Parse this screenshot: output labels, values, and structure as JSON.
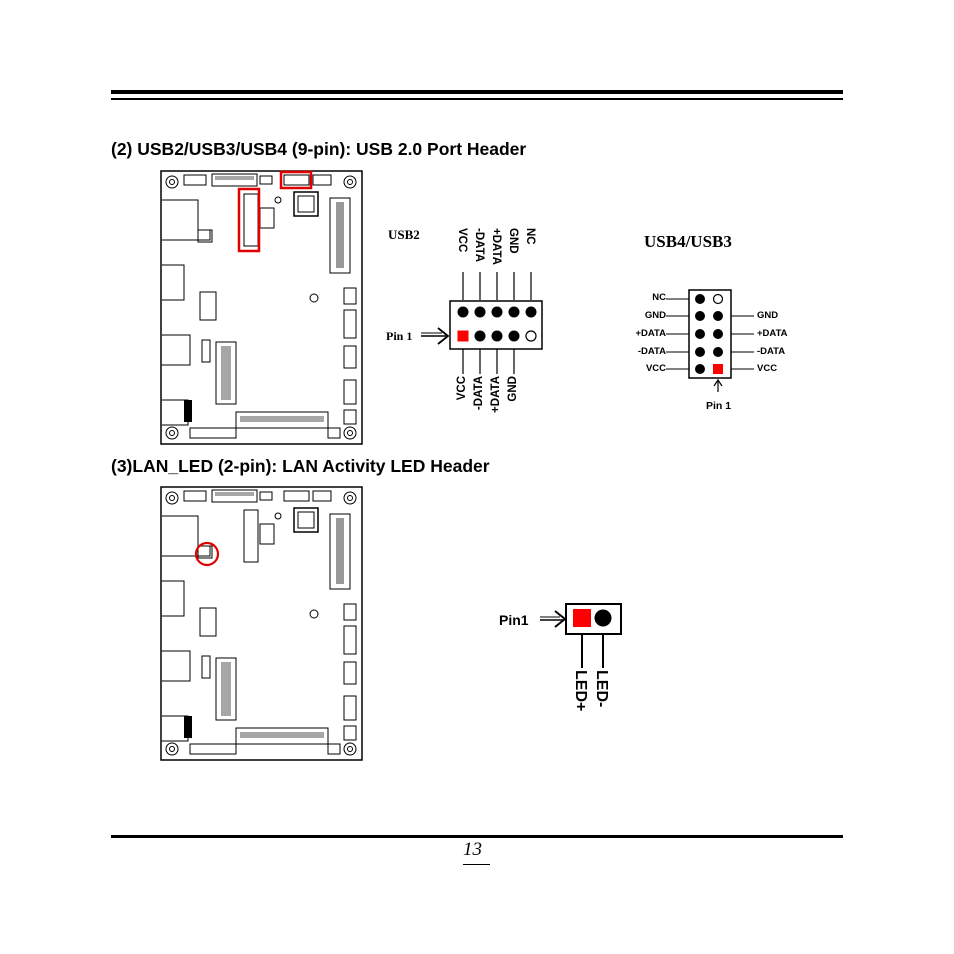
{
  "sections": {
    "usb": {
      "title": "(2) USB2/USB3/USB4 (9-pin): USB 2.0 Port Header"
    },
    "lan": {
      "title": "(3)LAN_LED (2-pin): LAN Activity LED Header"
    }
  },
  "usb2": {
    "label": "USB2",
    "top_labels": [
      "VCC",
      "-DATA",
      "+DATA",
      "GND",
      "NC"
    ],
    "bottom_labels": [
      "VCC",
      "-DATA",
      "+DATA",
      "GND"
    ],
    "pin1": "Pin 1"
  },
  "usb34": {
    "label": "USB4/USB3",
    "left_labels": [
      "NC",
      "GND",
      "+DATA",
      "-DATA",
      "VCC"
    ],
    "right_labels": [
      "GND",
      "+DATA",
      "-DATA",
      "VCC"
    ],
    "pin1": "Pin 1"
  },
  "lanled": {
    "pin1": "Pin1",
    "led_plus": "LED+",
    "led_minus": "LED-"
  },
  "footer": {
    "page_number": "13"
  },
  "colors": {
    "highlight": "#e00000",
    "pin1_fill": "#ff0000"
  }
}
